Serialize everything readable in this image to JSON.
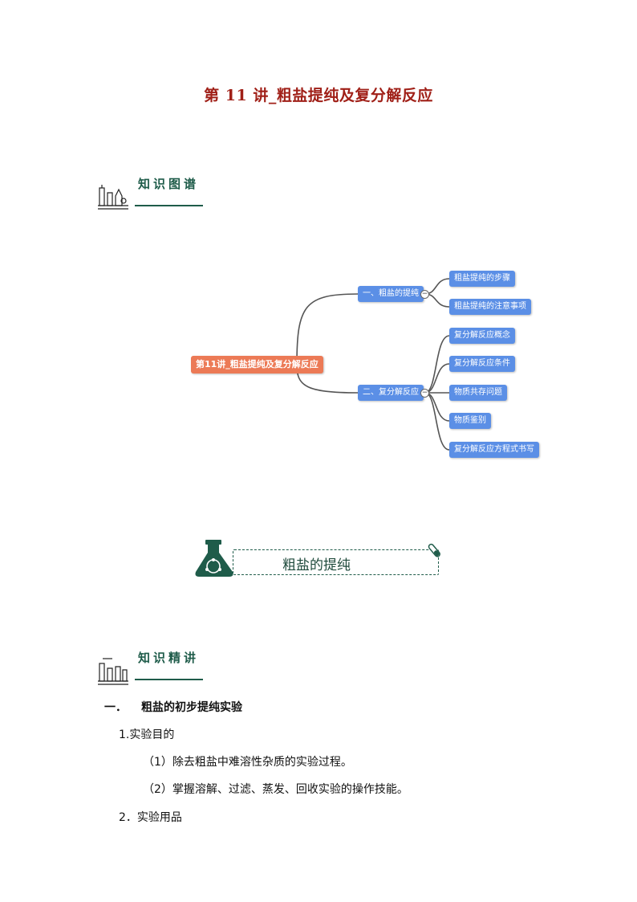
{
  "title": "第 11 讲_粗盐提纯及复分解反应",
  "section1": {
    "label": "知识图谱"
  },
  "mindmap": {
    "root": "第11讲_粗盐提纯及复分解反应",
    "branches": [
      {
        "label": "一、粗盐的提纯",
        "children": [
          "粗盐提纯的步骤",
          "粗盐提纯的注意事项"
        ]
      },
      {
        "label": "二、复分解反应",
        "children": [
          "复分解反应概念",
          "复分解反应条件",
          "物质共存问题",
          "物质鉴别",
          "复分解反应方程式书写"
        ]
      }
    ],
    "toggle_symbol": "−"
  },
  "banner": {
    "text": "粗盐的提纯"
  },
  "section2": {
    "label": "知识精讲"
  },
  "content": {
    "heading_num": "一．",
    "heading_text": "粗盐的初步提纯实验",
    "item1": "1.实验目的",
    "item1_sub1": "（1）除去粗盐中难溶性杂质的实验过程。",
    "item1_sub2": "（2）掌握溶解、过滤、蒸发、回收实验的操作技能。",
    "item2": "2．实验用品"
  },
  "colors": {
    "title": "#a02018",
    "accent": "#1f5c4a",
    "node": "#5b8fe6",
    "root": "#ec7a56"
  }
}
